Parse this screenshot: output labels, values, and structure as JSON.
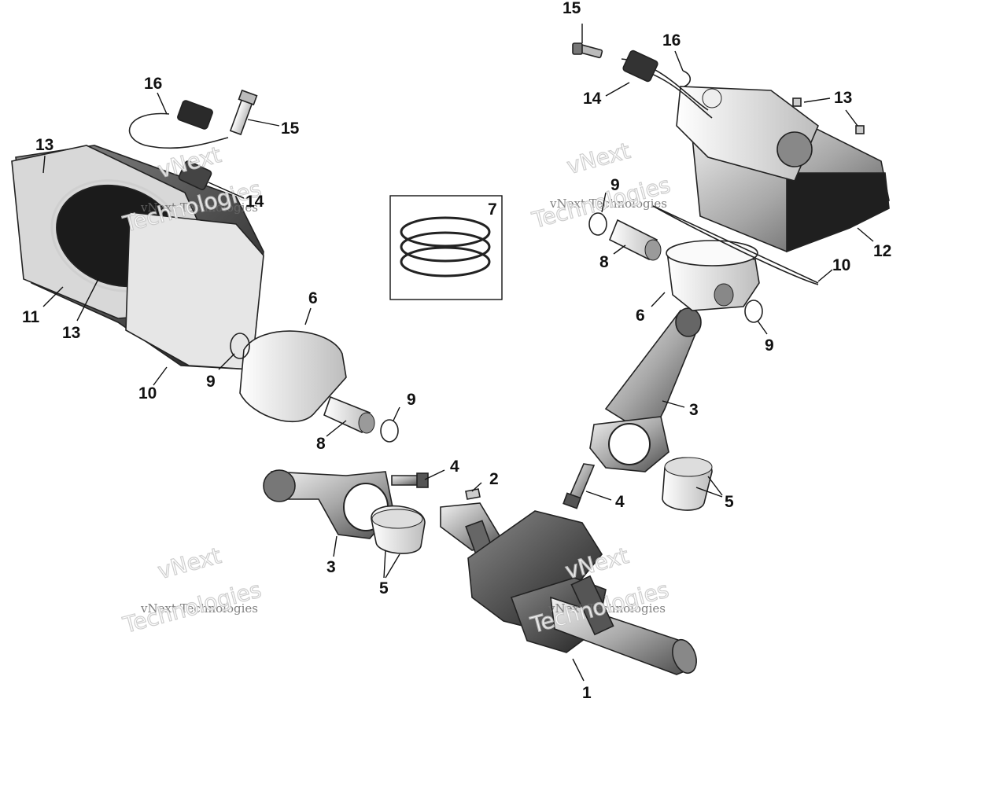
{
  "diagram": {
    "callouts": {
      "c1": "1",
      "c2": "2",
      "c3a": "3",
      "c3b": "3",
      "c4a": "4",
      "c4b": "4",
      "c5a": "5",
      "c5b": "5",
      "c6a": "6",
      "c6b": "6",
      "c7": "7",
      "c8a": "8",
      "c8b": "8",
      "c9a": "9",
      "c9b": "9",
      "c9c": "9",
      "c9d": "9",
      "c10a": "10",
      "c10b": "10",
      "c11": "11",
      "c12": "12",
      "c13a": "13",
      "c13b": "13",
      "c13c": "13",
      "c14a": "14",
      "c14b": "14",
      "c15a": "15",
      "c15b": "15",
      "c16a": "16",
      "c16b": "16"
    },
    "watermark": {
      "line1": "vNext",
      "line2": "vNext Technologies",
      "line3": "Technologies"
    }
  }
}
